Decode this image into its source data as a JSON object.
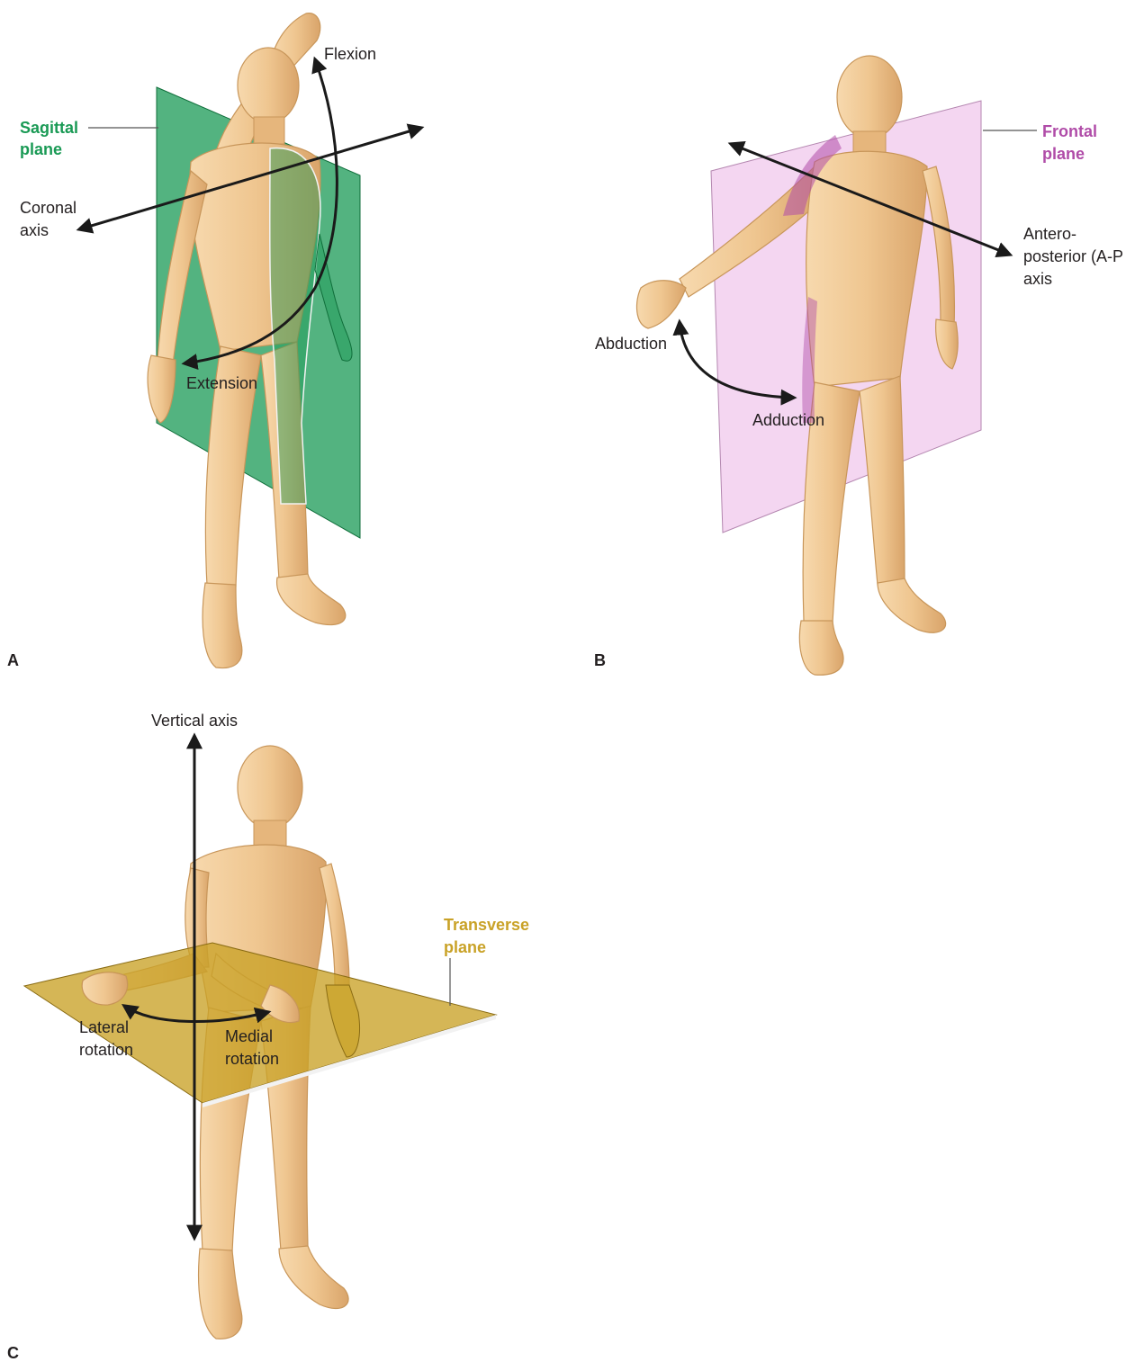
{
  "colors": {
    "sagittal": "#1a9a55",
    "frontal": "#b04ca8",
    "transverse": "#c9a227",
    "text": "#231f20",
    "skin": "#efc690"
  },
  "panels": {
    "a": {
      "letter": "A",
      "plane_label": [
        "Sagittal",
        "plane"
      ],
      "axis_label": [
        "Coronal",
        "axis"
      ],
      "movement_1": "Flexion",
      "movement_2": "Extension"
    },
    "b": {
      "letter": "B",
      "plane_label": [
        "Frontal",
        "plane"
      ],
      "axis_label": [
        "Antero-",
        "posterior (A-P",
        "axis"
      ],
      "movement_1": "Abduction",
      "movement_2": "Adduction"
    },
    "c": {
      "letter": "C",
      "plane_label": [
        "Transverse",
        "plane"
      ],
      "axis_label": "Vertical axis",
      "movement_1": [
        "Lateral",
        "rotation"
      ],
      "movement_2": [
        "Medial",
        "rotation"
      ]
    }
  }
}
